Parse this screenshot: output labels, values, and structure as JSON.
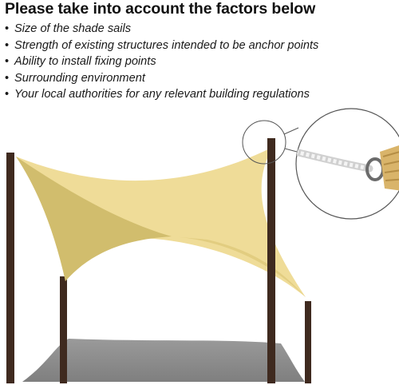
{
  "heading": "Please take into account the factors below",
  "factors": [
    "Size of the shade sails",
    "Strength of existing structures intended to be anchor points",
    "Ability to install fixing points",
    "Surrounding environment",
    "Your local authorities for any relevant building regulations"
  ],
  "bullet": "•",
  "colors": {
    "sail_light": "#efdc98",
    "sail_shadow": "#cdb96a",
    "ground_shade": "#8a8a8a",
    "post": "#3f2a1f",
    "zoom_circle": "#555555",
    "rope": "#e8e8e8",
    "ring": "#6b6b6b",
    "fabric_corner": "#d9b46a"
  },
  "icons": [
    "anchor-detail-zoom-icon"
  ]
}
